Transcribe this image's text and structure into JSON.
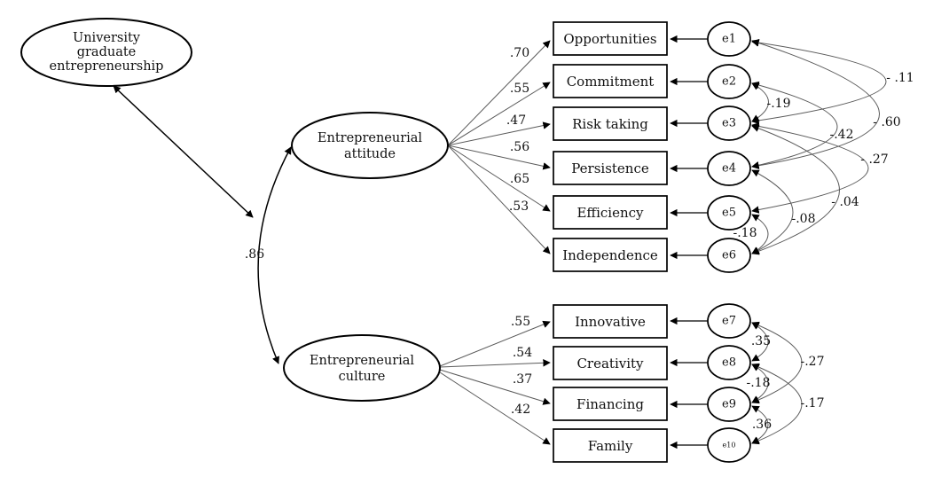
{
  "exogenous": {
    "line1": "University",
    "line2": "graduate",
    "line3": "entrepreneurship"
  },
  "factors": {
    "attitude": {
      "line1": "Entrepreneurial",
      "line2": "attitude"
    },
    "culture": {
      "line1": "Entrepreneurial",
      "line2": "culture"
    }
  },
  "factor_correlation": ".86",
  "attitude_model": {
    "indicators": [
      {
        "label": "Opportunities",
        "loading": ".70",
        "error": "e1"
      },
      {
        "label": "Commitment",
        "loading": ".55",
        "error": "e2"
      },
      {
        "label": "Risk taking",
        "loading": ".47",
        "error": "e3"
      },
      {
        "label": "Persistence",
        "loading": ".56",
        "error": "e4"
      },
      {
        "label": "Efficiency",
        "loading": ".65",
        "error": "e5"
      },
      {
        "label": "Independence",
        "loading": ".53",
        "error": "e6"
      }
    ],
    "error_covariances": [
      {
        "from": "e1",
        "to": "e3",
        "value": "- .11"
      },
      {
        "from": "e2",
        "to": "e3",
        "value": "-.19"
      },
      {
        "from": "e1",
        "to": "e4",
        "value": "- .60"
      },
      {
        "from": "e2",
        "to": "e4",
        "value": "-.42"
      },
      {
        "from": "e3",
        "to": "e5",
        "value": "- .27"
      },
      {
        "from": "e3",
        "to": "e6",
        "value": "- .04"
      },
      {
        "from": "e4",
        "to": "e6",
        "value": "-.08"
      },
      {
        "from": "e5",
        "to": "e6",
        "value": "-.18"
      }
    ]
  },
  "culture_model": {
    "indicators": [
      {
        "label": "Innovative",
        "loading": ".55",
        "error": "e7"
      },
      {
        "label": "Creativity",
        "loading": ".54",
        "error": "e8"
      },
      {
        "label": "Financing",
        "loading": ".37",
        "error": "e9"
      },
      {
        "label": "Family",
        "loading": ".42",
        "error": "e10"
      }
    ],
    "error_covariances": [
      {
        "from": "e7",
        "to": "e8",
        "value": ".35"
      },
      {
        "from": "e7",
        "to": "e9",
        "value": "-.27"
      },
      {
        "from": "e8",
        "to": "e9",
        "value": "-.18"
      },
      {
        "from": "e8",
        "to": "e10",
        "value": "-.17"
      },
      {
        "from": "e9",
        "to": "e10",
        "value": ".36"
      }
    ]
  }
}
